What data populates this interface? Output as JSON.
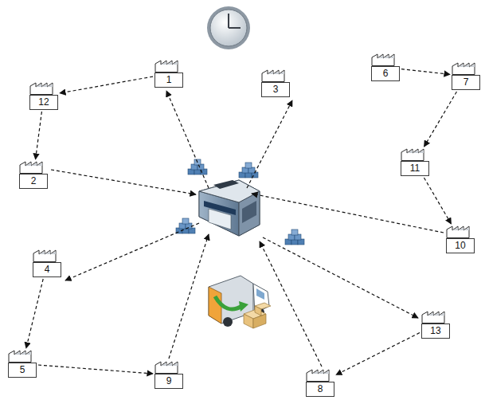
{
  "diagram": {
    "nodes": [
      {
        "text": [
          "6"
        ]
      },
      {
        "text": [
          "1"
        ]
      },
      {
        "text": [
          "7"
        ]
      },
      {
        "text": [
          "3"
        ]
      },
      {
        "text": [
          "12"
        ]
      },
      {
        "text": [
          "11"
        ]
      },
      {
        "text": [
          "2"
        ]
      },
      {
        "text": [
          "10"
        ]
      },
      {
        "text": [
          "4"
        ]
      },
      {
        "text": [
          "13"
        ]
      },
      {
        "text": [
          "5"
        ]
      },
      {
        "text": [
          "9"
        ]
      },
      {
        "text": [
          "8"
        ]
      }
    ],
    "edges": [
      {
        "from": 1,
        "to": 4,
        "arrow": "to"
      },
      {
        "from": 4,
        "to": 6,
        "arrow": "to"
      },
      {
        "from": 0,
        "to": 2,
        "arrow": "to"
      },
      {
        "from": 2,
        "to": 5,
        "arrow": "to"
      },
      {
        "from": 5,
        "to": 7,
        "arrow": "to"
      },
      {
        "from": 8,
        "to": 10,
        "arrow": "to"
      },
      {
        "from": 10,
        "to": 11,
        "arrow": "to"
      },
      {
        "from": 9,
        "to": 12,
        "arrow": "to"
      }
    ]
  }
}
